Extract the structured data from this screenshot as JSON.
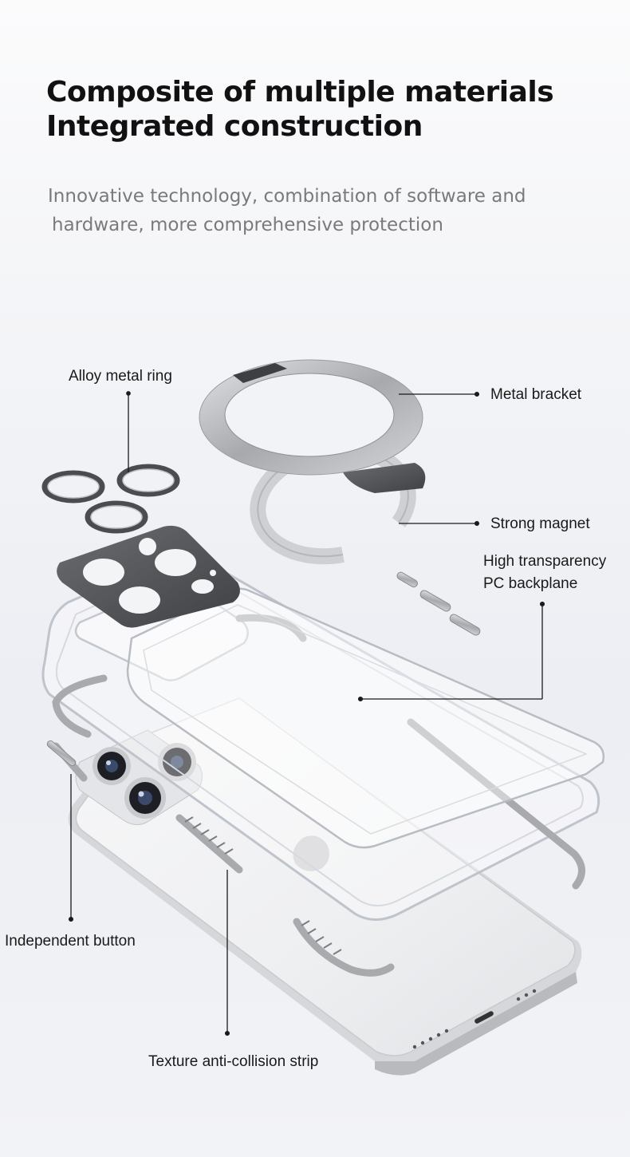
{
  "headline": {
    "line1": "Composite of multiple materials",
    "line2": "Integrated construction"
  },
  "subheadline": {
    "line1": "Innovative technology, combination of software and",
    "line2": "hardware, more comprehensive protection"
  },
  "callouts": {
    "alloy_metal_ring": "Alloy metal ring",
    "metal_bracket": "Metal bracket",
    "strong_magnet": "Strong magnet",
    "pc_backplane_line1": "High transparency",
    "pc_backplane_line2": "PC backplane",
    "independent_button": "Independent button",
    "anti_collision_strip": "Texture anti-collision strip"
  },
  "colors": {
    "text_primary": "#111111",
    "text_secondary": "#7a7a7a",
    "metal_light": "#c8c9cc",
    "metal_dark": "#55575b",
    "leader_line": "#1a1a1a"
  }
}
